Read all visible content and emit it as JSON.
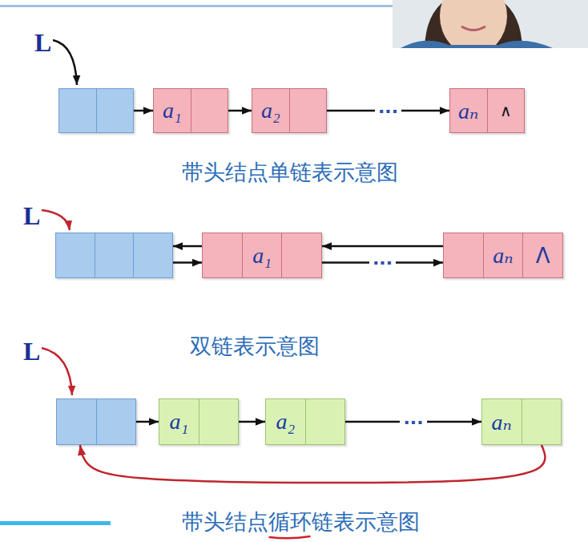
{
  "diagram": {
    "nodes": [
      {
        "text": [
          "L"
        ]
      },
      {
        "text": [
          "a₁"
        ]
      },
      {
        "text": [
          "a₂"
        ]
      },
      {
        "text": [
          "aₙ",
          "∧"
        ]
      },
      {
        "text": [
          "L"
        ]
      },
      {
        "text": [
          "a₁"
        ]
      },
      {
        "text": [
          "aₙ",
          "Λ"
        ]
      },
      {
        "text": [
          "L"
        ]
      },
      {
        "text": [
          "a₁"
        ]
      },
      {
        "text": [
          "a₂"
        ]
      },
      {
        "text": [
          "aₙ"
        ]
      }
    ],
    "edges": [
      {
        "from": 0,
        "to": 1,
        "arrow": "to"
      },
      {
        "from": 1,
        "to": 2,
        "arrow": "to"
      },
      {
        "from": 2,
        "to": 3,
        "arrow": "to",
        "label": "···"
      },
      {
        "from": 4,
        "to": 5,
        "arrow": "to"
      },
      {
        "from": 5,
        "to": 4,
        "arrow": "to"
      },
      {
        "from": 5,
        "to": 6,
        "arrow": "to",
        "label": "···"
      },
      {
        "from": 6,
        "to": 5,
        "arrow": "to"
      },
      {
        "from": 7,
        "to": 8,
        "arrow": "to"
      },
      {
        "from": 8,
        "to": 9,
        "arrow": "to"
      },
      {
        "from": 9,
        "to": 10,
        "arrow": "to",
        "label": "···"
      },
      {
        "from": 10,
        "to": 7,
        "arrow": "to"
      }
    ],
    "labels": [
      "带头结点单链表示意图",
      "双链表示意图",
      "带头结点循环链表示意图"
    ]
  }
}
